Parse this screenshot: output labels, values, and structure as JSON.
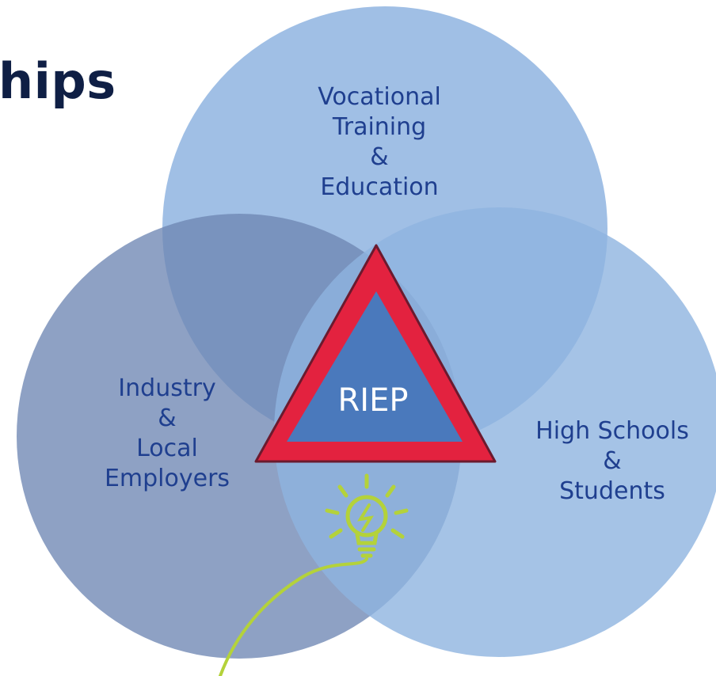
{
  "heading": "hips",
  "circles": {
    "top": {
      "lines": [
        "Vocational",
        "Training",
        "&",
        "Education"
      ]
    },
    "left": {
      "lines": [
        "Industry",
        "&",
        "Local",
        "Employers"
      ]
    },
    "right": {
      "lines": [
        "High Schools",
        "&",
        "Students"
      ]
    }
  },
  "center": {
    "label": "RIEP"
  },
  "colors": {
    "circle_top": "#8fb4e0",
    "circle_left": "#6e86b4",
    "circle_right": "#8fb4e0",
    "triangle_stroke": "#e3223f",
    "triangle_fill": "#4a79bc",
    "bulb": "#b4d23a",
    "heading": "#0f1f45",
    "label": "#1f3f8f"
  },
  "icons": [
    "triangle-icon",
    "lightbulb-icon"
  ]
}
